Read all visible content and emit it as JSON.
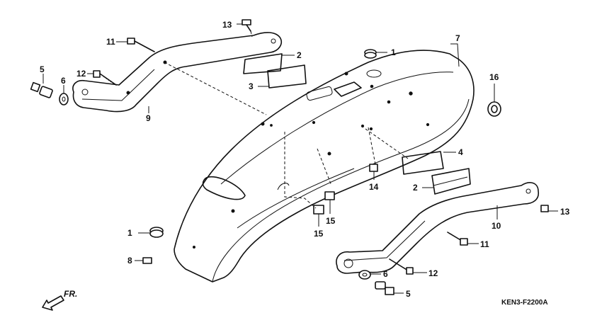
{
  "diagram": {
    "code": "KEN3-F2200A",
    "direction_label": "FR.",
    "callouts": {
      "c1a": "1",
      "c1b": "1",
      "c2a": "2",
      "c2b": "2",
      "c3": "3",
      "c4": "4",
      "c5a": "5",
      "c5b": "5",
      "c6a": "6",
      "c6b": "6",
      "c7": "7",
      "c8": "8",
      "c9": "9",
      "c10": "10",
      "c11a": "11",
      "c11b": "11",
      "c12a": "12",
      "c12b": "12",
      "c13a": "13",
      "c13b": "13",
      "c14": "14",
      "c15a": "15",
      "c15b": "15",
      "c16": "16"
    }
  }
}
